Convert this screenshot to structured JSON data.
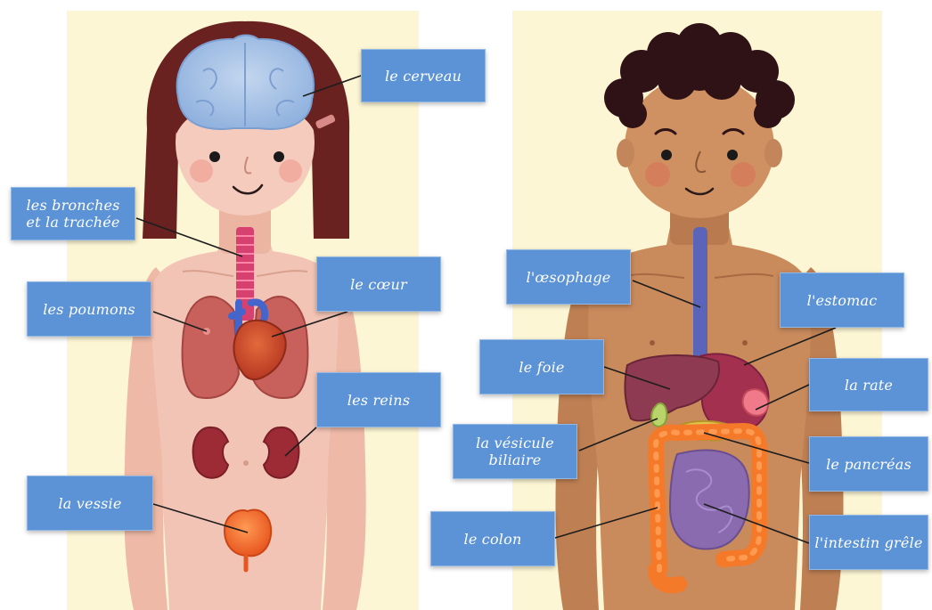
{
  "colors": {
    "panel_background": "#fcf6d4",
    "label_box": "#5b93d6",
    "label_text": "#ffffff",
    "girl_skin": "#f2c4b5",
    "boy_skin": "#c98a5c",
    "girl_hair": "#6a2220",
    "boy_hair": "#2e1216",
    "leader_line": "#1d1d1d"
  },
  "girl": {
    "labels": {
      "brain": "le cerveau",
      "bronchi": "les bronches\net la trachée",
      "heart": "le cœur",
      "lungs": "les poumons",
      "kidneys": "les reins",
      "bladder": "la vessie"
    }
  },
  "boy": {
    "labels": {
      "esophagus": "l'œsophage",
      "stomach": "l'estomac",
      "liver": "le foie",
      "spleen": "la rate",
      "gallbladder": "la vésicule\nbiliaire",
      "pancreas": "le pancréas",
      "colon": "le colon",
      "small_intestine": "l'intestin grêle"
    }
  }
}
